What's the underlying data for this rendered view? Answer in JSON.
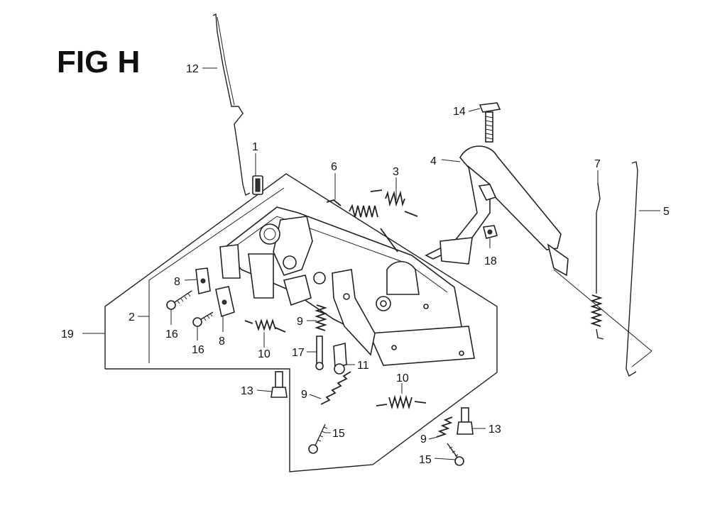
{
  "title": "FIG H",
  "callouts": [
    {
      "id": "c1",
      "label": "1"
    },
    {
      "id": "c2",
      "label": "2"
    },
    {
      "id": "c3",
      "label": "3"
    },
    {
      "id": "c4",
      "label": "4"
    },
    {
      "id": "c5",
      "label": "5"
    },
    {
      "id": "c6",
      "label": "6"
    },
    {
      "id": "c7",
      "label": "7"
    },
    {
      "id": "c8a",
      "label": "8"
    },
    {
      "id": "c8b",
      "label": "8"
    },
    {
      "id": "c9a",
      "label": "9"
    },
    {
      "id": "c9b",
      "label": "9"
    },
    {
      "id": "c9c",
      "label": "9"
    },
    {
      "id": "c10a",
      "label": "10"
    },
    {
      "id": "c10b",
      "label": "10"
    },
    {
      "id": "c11",
      "label": "11"
    },
    {
      "id": "c12",
      "label": "12"
    },
    {
      "id": "c13a",
      "label": "13"
    },
    {
      "id": "c13b",
      "label": "13"
    },
    {
      "id": "c14",
      "label": "14"
    },
    {
      "id": "c15a",
      "label": "15"
    },
    {
      "id": "c15b",
      "label": "15"
    },
    {
      "id": "c16a",
      "label": "16"
    },
    {
      "id": "c16b",
      "label": "16"
    },
    {
      "id": "c17",
      "label": "17"
    },
    {
      "id": "c18",
      "label": "18"
    },
    {
      "id": "c19",
      "label": "19"
    }
  ]
}
